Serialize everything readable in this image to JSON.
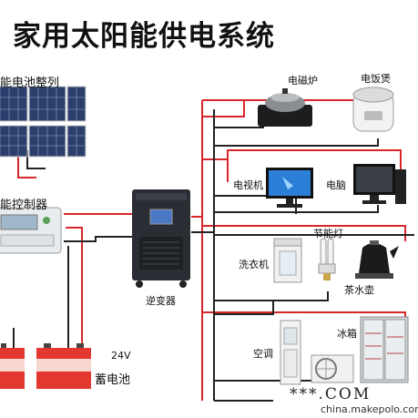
{
  "title": "家用太阳能供电系统",
  "labels": {
    "solar_array": "能电池整列",
    "controller": "能控制器",
    "inverter": "逆变器",
    "battery": "蓄电池",
    "battery_voltage": "24V",
    "induction_cooker": "电磁炉",
    "rice_cooker": "电饭煲",
    "tv": "电视机",
    "computer": "电脑",
    "washer": "洗衣机",
    "lamp": "节能灯",
    "kettle": "茶水壶",
    "ac": "空调",
    "fridge": "冰箱"
  },
  "watermark": {
    "line1": "***.COM",
    "line2": "china.makepolo.com"
  },
  "colors": {
    "wire_red": "#d8262a",
    "wire_black": "#222222",
    "panel_blue": "#2c3e6b",
    "inverter_body": "#2a2d33"
  }
}
